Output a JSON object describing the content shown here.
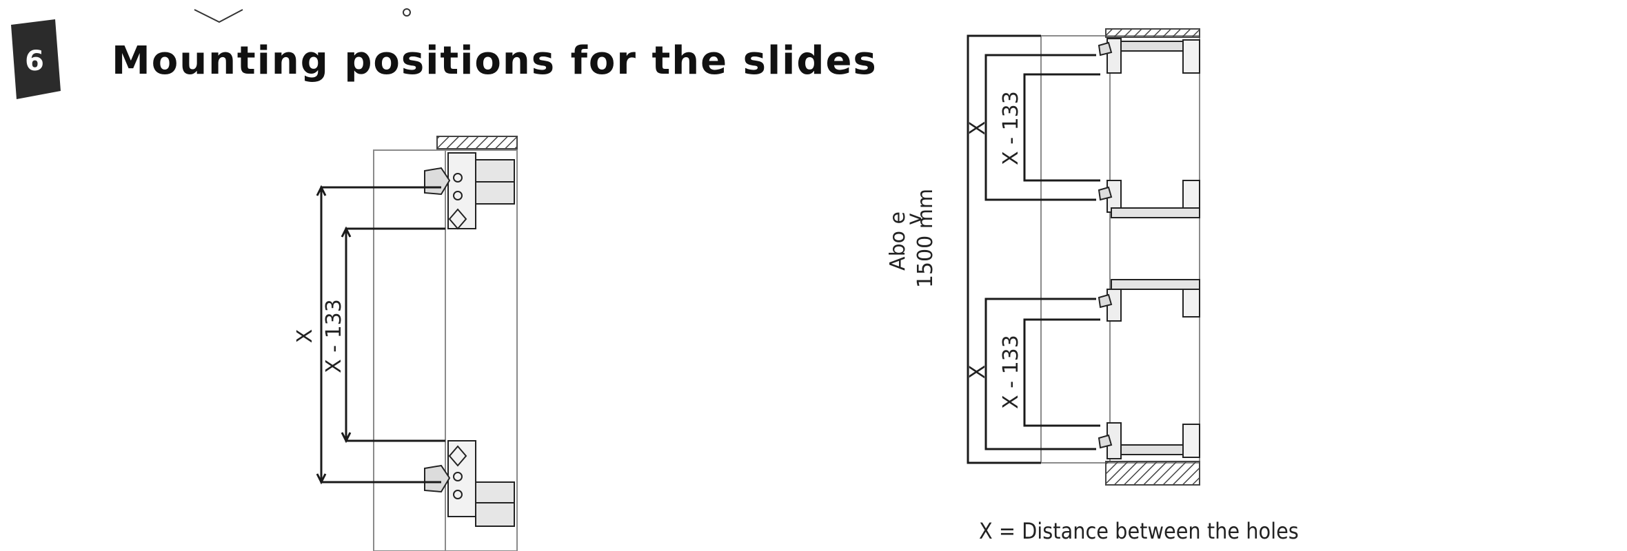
{
  "step": {
    "number": "6",
    "badge_color": "#2b2b2b"
  },
  "heading": "Mounting positions for the slides",
  "left_drawing": {
    "dimension_x": "X",
    "dimension_x133": "X - 133"
  },
  "right_drawing": {
    "upper_dimension_x": "X",
    "upper_dimension_x133": "X - 133",
    "lower_dimension_x": "X",
    "lower_dimension_x133": "X - 133",
    "height_note_line1": "Abo e",
    "height_note_mark": "v",
    "height_note_line2": "1500 mm"
  },
  "caption": "X = Distance between the holes",
  "colors": {
    "line": "#1a1a1a",
    "thin_line": "#8a8a8a",
    "hatch": "#444444"
  }
}
